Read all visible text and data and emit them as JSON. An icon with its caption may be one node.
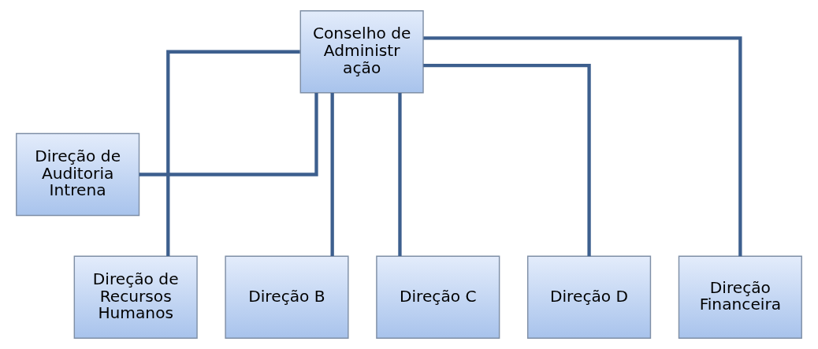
{
  "diagram": {
    "nodes": [
      {
        "text": [
          "Conselho de Administr ação"
        ]
      },
      {
        "text": [
          "Direção de Auditoria Intrena"
        ]
      },
      {
        "text": [
          "Direção de Recursos Humanos"
        ]
      },
      {
        "text": [
          "Direção B"
        ]
      },
      {
        "text": [
          "Direção C"
        ]
      },
      {
        "text": [
          "Direção D"
        ]
      },
      {
        "text": [
          "Direção Financeira"
        ]
      }
    ],
    "edges": [
      {
        "from": 0,
        "to": 1,
        "arrow": "none"
      },
      {
        "from": 0,
        "to": 2,
        "arrow": "none"
      },
      {
        "from": 0,
        "to": 3,
        "arrow": "none"
      },
      {
        "from": 0,
        "to": 4,
        "arrow": "none"
      },
      {
        "from": 0,
        "to": 5,
        "arrow": "none"
      },
      {
        "from": 0,
        "to": 6,
        "arrow": "none"
      }
    ]
  }
}
